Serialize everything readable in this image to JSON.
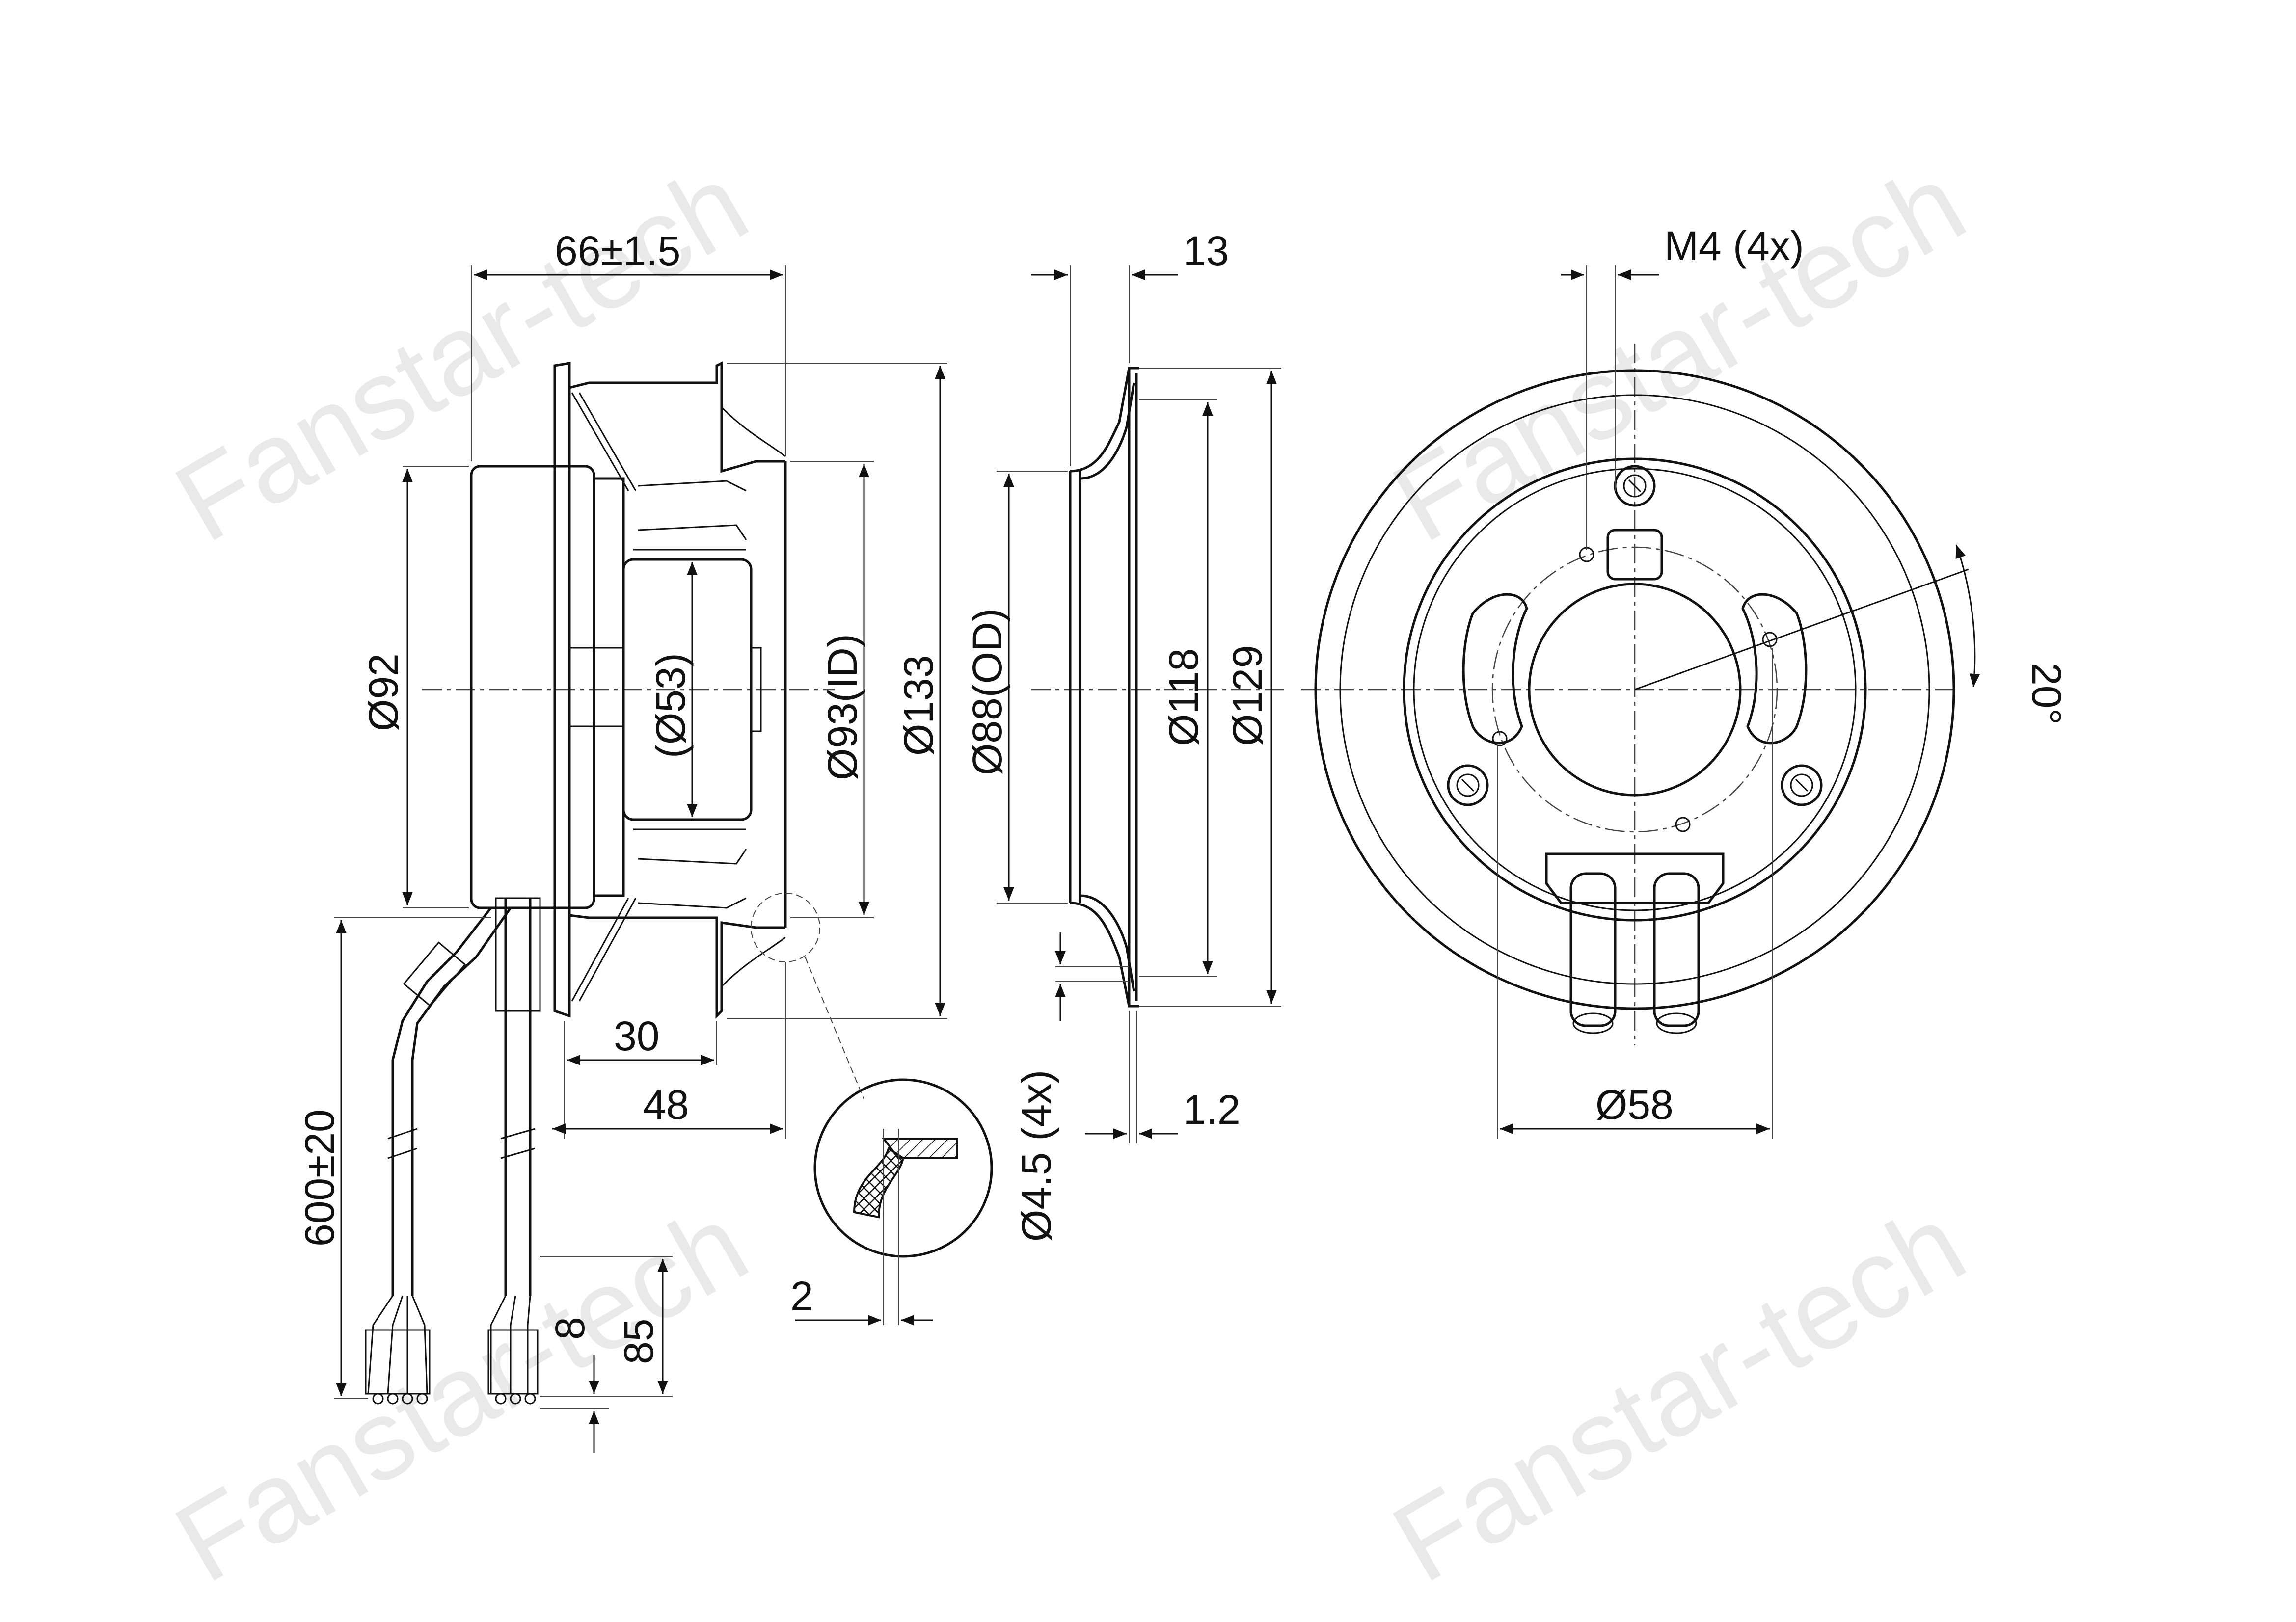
{
  "watermark": "Fanstar-tech",
  "dimensions": {
    "overall_depth": "66±1.5",
    "flange_depth": "13",
    "mount_thread": "M4 (4x)",
    "motor_dia": "Ø92",
    "hub_dia": "(Ø53)",
    "inlet_id": "Ø93(ID)",
    "wheel_dia": "Ø133",
    "ring_od": "Ø88(OD)",
    "ring_dia_118": "Ø118",
    "ring_dia_129": "Ø129",
    "angle": "20°",
    "depth_30": "30",
    "depth_48": "48",
    "cable_length": "600±20",
    "strip_8": "8",
    "strip_85": "85",
    "hole_dia": "Ø4.5 (4x)",
    "thickness": "1.2",
    "detail_2": "2",
    "bolt_circle": "Ø58"
  }
}
